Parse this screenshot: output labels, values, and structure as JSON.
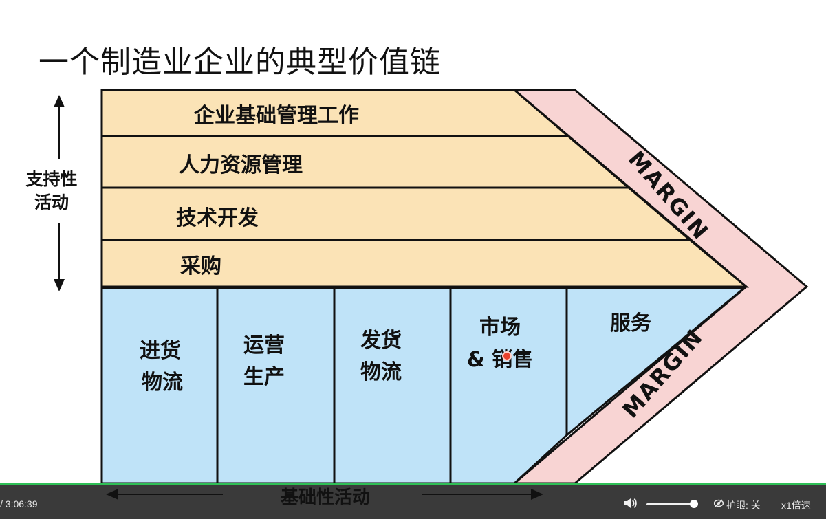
{
  "title": "一个制造业企业的典型价值链",
  "support": {
    "line1": "支持性",
    "line2": "活动"
  },
  "support_activities": [
    "企业基础管理工作",
    "人力资源管理",
    "技术开发",
    "采购"
  ],
  "primary_activities": [
    {
      "line1": "进货",
      "line2": "物流"
    },
    {
      "line1": "运营",
      "line2": "生产"
    },
    {
      "line1": "发货",
      "line2": "物流"
    },
    {
      "line1": "市场",
      "line2": "& 销售"
    },
    {
      "line1": "服务",
      "line2": ""
    }
  ],
  "margin_label": "MARGIN",
  "primary_label": "基础性活动",
  "colors": {
    "support_fill": "#fbe3b6",
    "primary_fill": "#bfe3f8",
    "margin_fill": "#f8d4d3",
    "player_accent": "#2fbf56"
  },
  "player": {
    "time": "/ 3:06:39",
    "eye_care": "护眼: 关",
    "speed": "x1倍速"
  }
}
